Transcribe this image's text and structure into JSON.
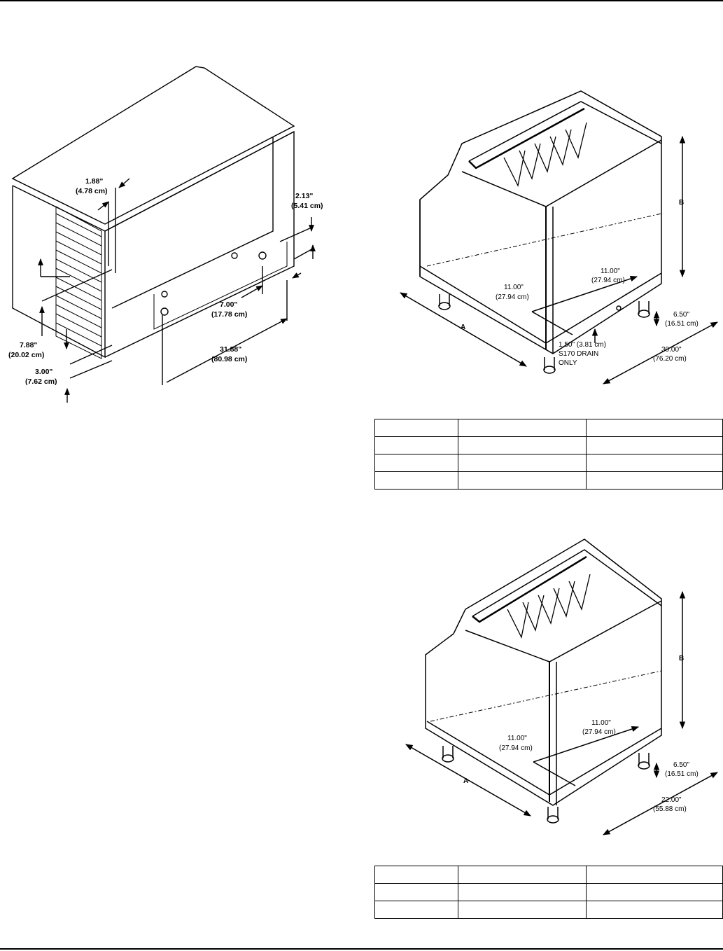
{
  "figure_left": {
    "labels": {
      "d1_in": "1.88\"",
      "d1_cm": "(4.78 cm)",
      "d2_in": "2.13\"",
      "d2_cm": "(5.41 cm)",
      "d3_in": "7.88\"",
      "d3_cm": "(20.02 cm)",
      "d4_in": "7.00\"",
      "d4_cm": "(17.78 cm)",
      "d5_in": "31.88\"",
      "d5_cm": "(80.98 cm)",
      "d6_in": "3.00\"",
      "d6_cm": "(7.62 cm)"
    }
  },
  "figure_top_right": {
    "labels": {
      "b": "B",
      "a": "A",
      "w1_in": "11.00\"",
      "w1_cm": "(27.94 cm)",
      "w2_in": "11.00\"",
      "w2_cm": "(27.94 cm)",
      "h_in": "6.50\"",
      "h_cm": "(16.51 cm)",
      "drain1": "1.50\" (3.81 cm)",
      "drain2": "S170 DRAIN",
      "drain3": "ONLY",
      "depth_in": "30.00\"",
      "depth_cm": "(76.20 cm)"
    }
  },
  "figure_bottom_right": {
    "labels": {
      "b": "B",
      "a": "A",
      "w1_in": "11.00\"",
      "w1_cm": "(27.94 cm)",
      "w2_in": "11.00\"",
      "w2_cm": "(27.94 cm)",
      "h_in": "6.50\"",
      "h_cm": "(16.51 cm)",
      "depth_in": "22.00\"",
      "depth_cm": "(55.88 cm)"
    }
  },
  "table_top": {
    "rows": [
      [
        "",
        "",
        ""
      ],
      [
        "",
        "",
        ""
      ],
      [
        "",
        "",
        ""
      ],
      [
        "",
        "",
        ""
      ]
    ]
  },
  "table_bottom": {
    "rows": [
      [
        "",
        "",
        ""
      ],
      [
        "",
        "",
        ""
      ],
      [
        "",
        "",
        ""
      ]
    ]
  }
}
